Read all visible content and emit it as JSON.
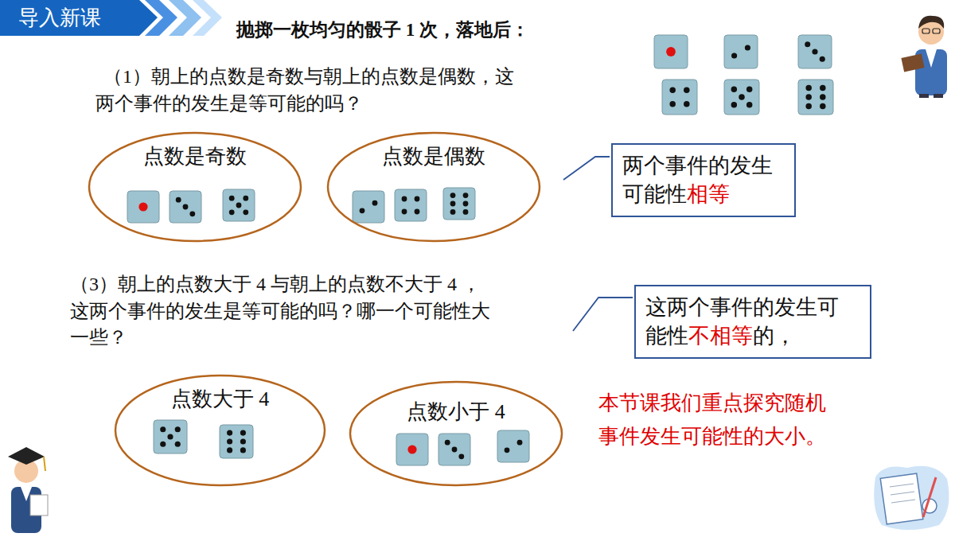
{
  "diagram": {
    "nodes": [
      {
        "text": [
          "导入新课"
        ]
      },
      {
        "text": [
          "点数是奇数"
        ]
      },
      {
        "text": [
          "点数是偶数"
        ]
      },
      {
        "text": [
          "两个事件的发生可能性",
          "相等"
        ]
      },
      {
        "text": [
          "这两个事件的发生可能性",
          "不相等",
          "的，"
        ]
      },
      {
        "text": [
          "点数大于 4"
        ]
      },
      {
        "text": [
          "点数小于 4"
        ]
      }
    ],
    "labels": [
      "抛掷一枚均匀的骰子 1 次，落地后：",
      "（1）朝上的点数是奇数与朝上的点数是偶数，这两个事件的发生是等可能的吗？",
      "（3）朝上的点数大于 4 与朝上的点数不大于 4 ，这两个事件的发生是等可能的吗？哪一个可能性大一些？",
      "本节课我们重点探究随机事件发生可能性的大小。"
    ]
  }
}
